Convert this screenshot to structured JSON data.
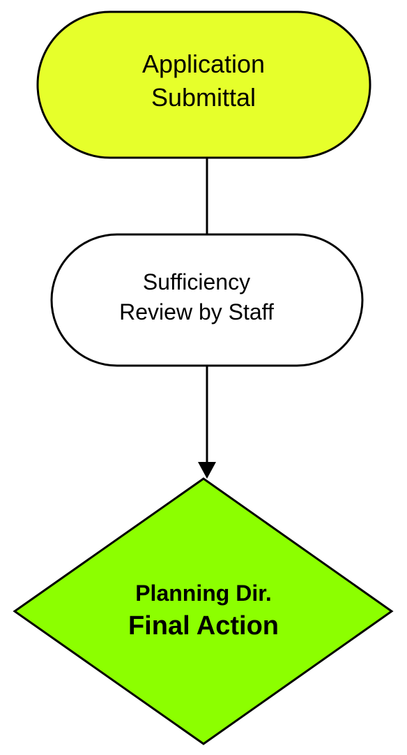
{
  "flowchart": {
    "nodes": {
      "application_submittal": {
        "lines": [
          "Application",
          "Submittal"
        ],
        "fill": "#e6ff2b"
      },
      "sufficiency_review": {
        "lines": [
          "Sufficiency",
          "Review by Staff"
        ],
        "fill": "#ffffff"
      },
      "final_action": {
        "lines": [
          "Planning Dir.",
          "Final Action"
        ],
        "fill": "#8cff00"
      }
    },
    "stroke": "#000000"
  }
}
